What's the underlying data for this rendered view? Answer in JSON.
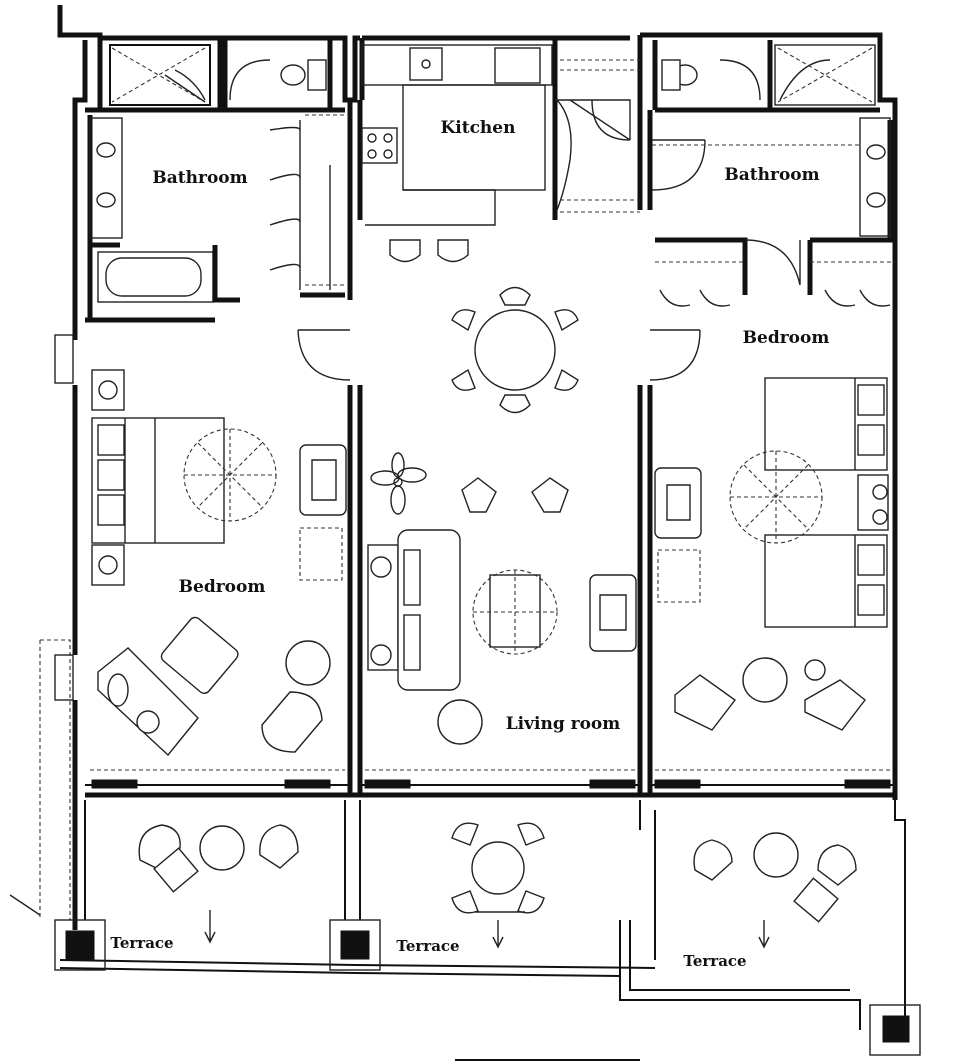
{
  "plan": {
    "rooms": {
      "kitchen": "Kitchen",
      "bathroom_left": "Bathroom",
      "bathroom_right": "Bathroom",
      "bedroom_left": "Bedroom",
      "bedroom_right": "Bedroom",
      "living_room": "Living room",
      "terrace_left": "Terrace",
      "terrace_middle": "Terrace",
      "terrace_right": "Terrace"
    }
  }
}
